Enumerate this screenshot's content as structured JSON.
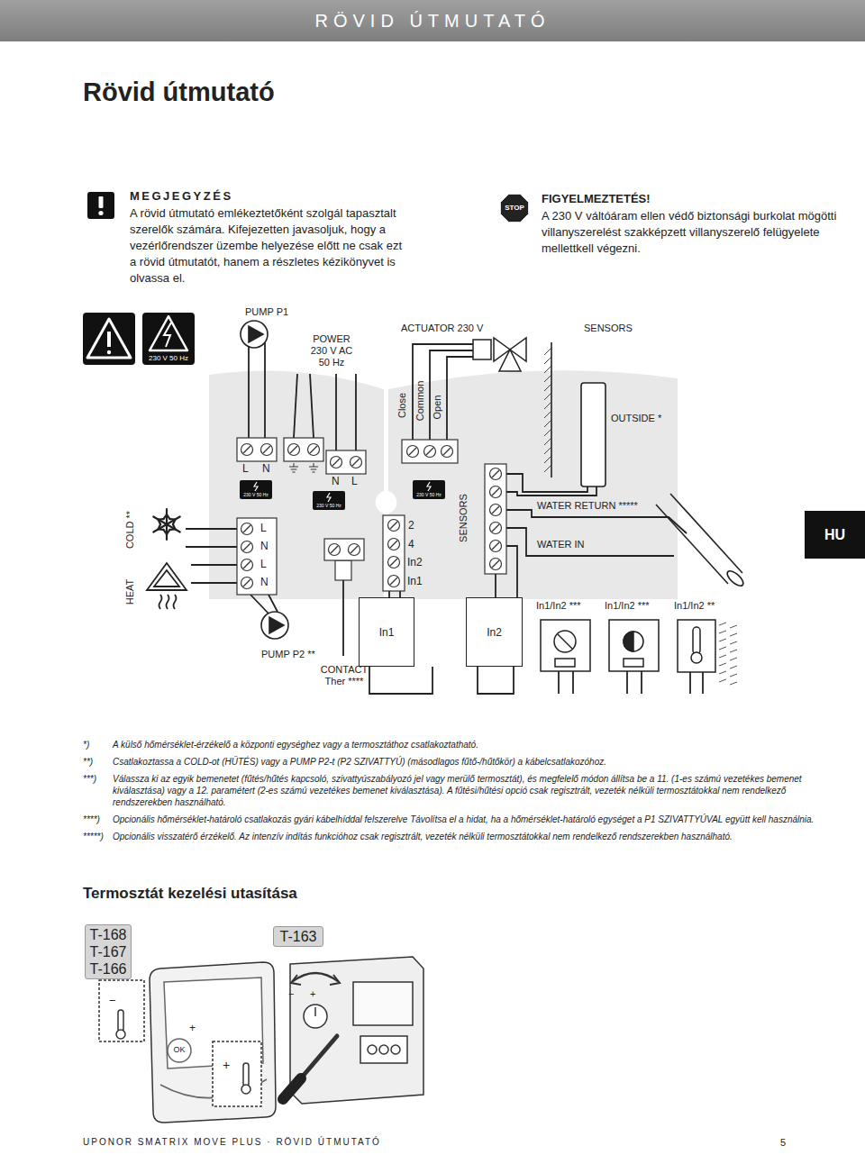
{
  "diagram": {
    "title": "Rövid útmutató",
    "nodes": [
      {
        "text": [
          "HU"
        ]
      },
      {
        "text": [
          "In1"
        ]
      },
      {
        "text": [
          "In2"
        ]
      },
      {
        "text": [
          "T-168 T-167 T-166"
        ]
      },
      {
        "text": [
          "T-163"
        ]
      }
    ],
    "labels": [
      "RÖVID ÚTMUTATÓ",
      "MEGJEGYZÉS",
      "A rövid útmutató emlékeztetőként szolgál tapasztalt szerelők számára. Kifejezetten javasoljuk, hogy a vezérlőrendszer üzembe helyezése előtt ne csak ezt a rövid útmutatót, hanem a részletes kézikönyvet is olvassa el.",
      "STOP",
      "FIGYELMEZTETÉS!",
      "A 230 V váltóáram ellen védő biztonsági burkolat mögötti villanyszerelést szakképzett villanyszerelő felügyelete mellettkell végezni.",
      "230 V 50 Hz",
      "PUMP P1",
      "POWER 230 V AC 50 Hz",
      "ACTUATOR 230 V",
      "SENSORS",
      "Close",
      "Common",
      "Open",
      "OUTSIDE *",
      "L",
      "N",
      "N",
      "L",
      "230 V 50 Hz",
      "230 V 50 Hz",
      "230 V 50 Hz",
      "COLD **",
      "HEAT",
      "L",
      "N",
      "L",
      "N",
      "2",
      "4",
      "In2",
      "In1",
      "SENSORS",
      "WATER RETURN *****",
      "WATER IN",
      "In1/In2 ***",
      "In1/In2 ***",
      "In1/In2 **",
      "PUMP P2 **",
      "CONTACT Ther ****",
      "*)",
      "A külső hőmérséklet-érzékelő a központi egységhez vagy a termosztáthoz csatlakoztatható.",
      "**)",
      "Csatlakoztassa a COLD-ot (HŰTÉS) vagy a PUMP P2-t (P2 SZIVATTYÚ) (másodlagos fűtő-/hűtőkör) a kábelcsatlakozóhoz.",
      "***)",
      "Válassza ki az egyik bemenetet (fűtés/hűtés kapcsoló, szivattyúszabályozó jel vagy merülő termosztát), és megfelelő módon állítsa be a 11. (1-es számú vezetékes bemenet kiválasztása) vagy a 12. paramétert (2-es számú vezetékes bemenet kiválasztása). A fűtési/hűtési opció csak regisztrált, vezeték nélküli termosztátokkal nem rendelkező rendszerekben használható.",
      "****)",
      "Opcionális hőmérséklet-határoló csatlakozás gyári kábelhíddal felszerelve Távolítsa el a hidat, ha a hőmérséklet-határoló egységet a P1 SZIVATTYÚVAL együtt kell használnia.",
      "*****)",
      "Opcionális visszatérő érzékelő. Az intenzív indítás funkcióhoz csak regisztrált, vezeték nélküli termosztátokkal nem rendelkező rendszerekben használható.",
      "Termosztát kezelési utasítása",
      "−",
      "OK",
      "+",
      "+",
      "−",
      "+",
      "UPONOR SMATRIX MOVE PLUS · RÖVID ÚTMUTATÓ",
      "5"
    ]
  }
}
